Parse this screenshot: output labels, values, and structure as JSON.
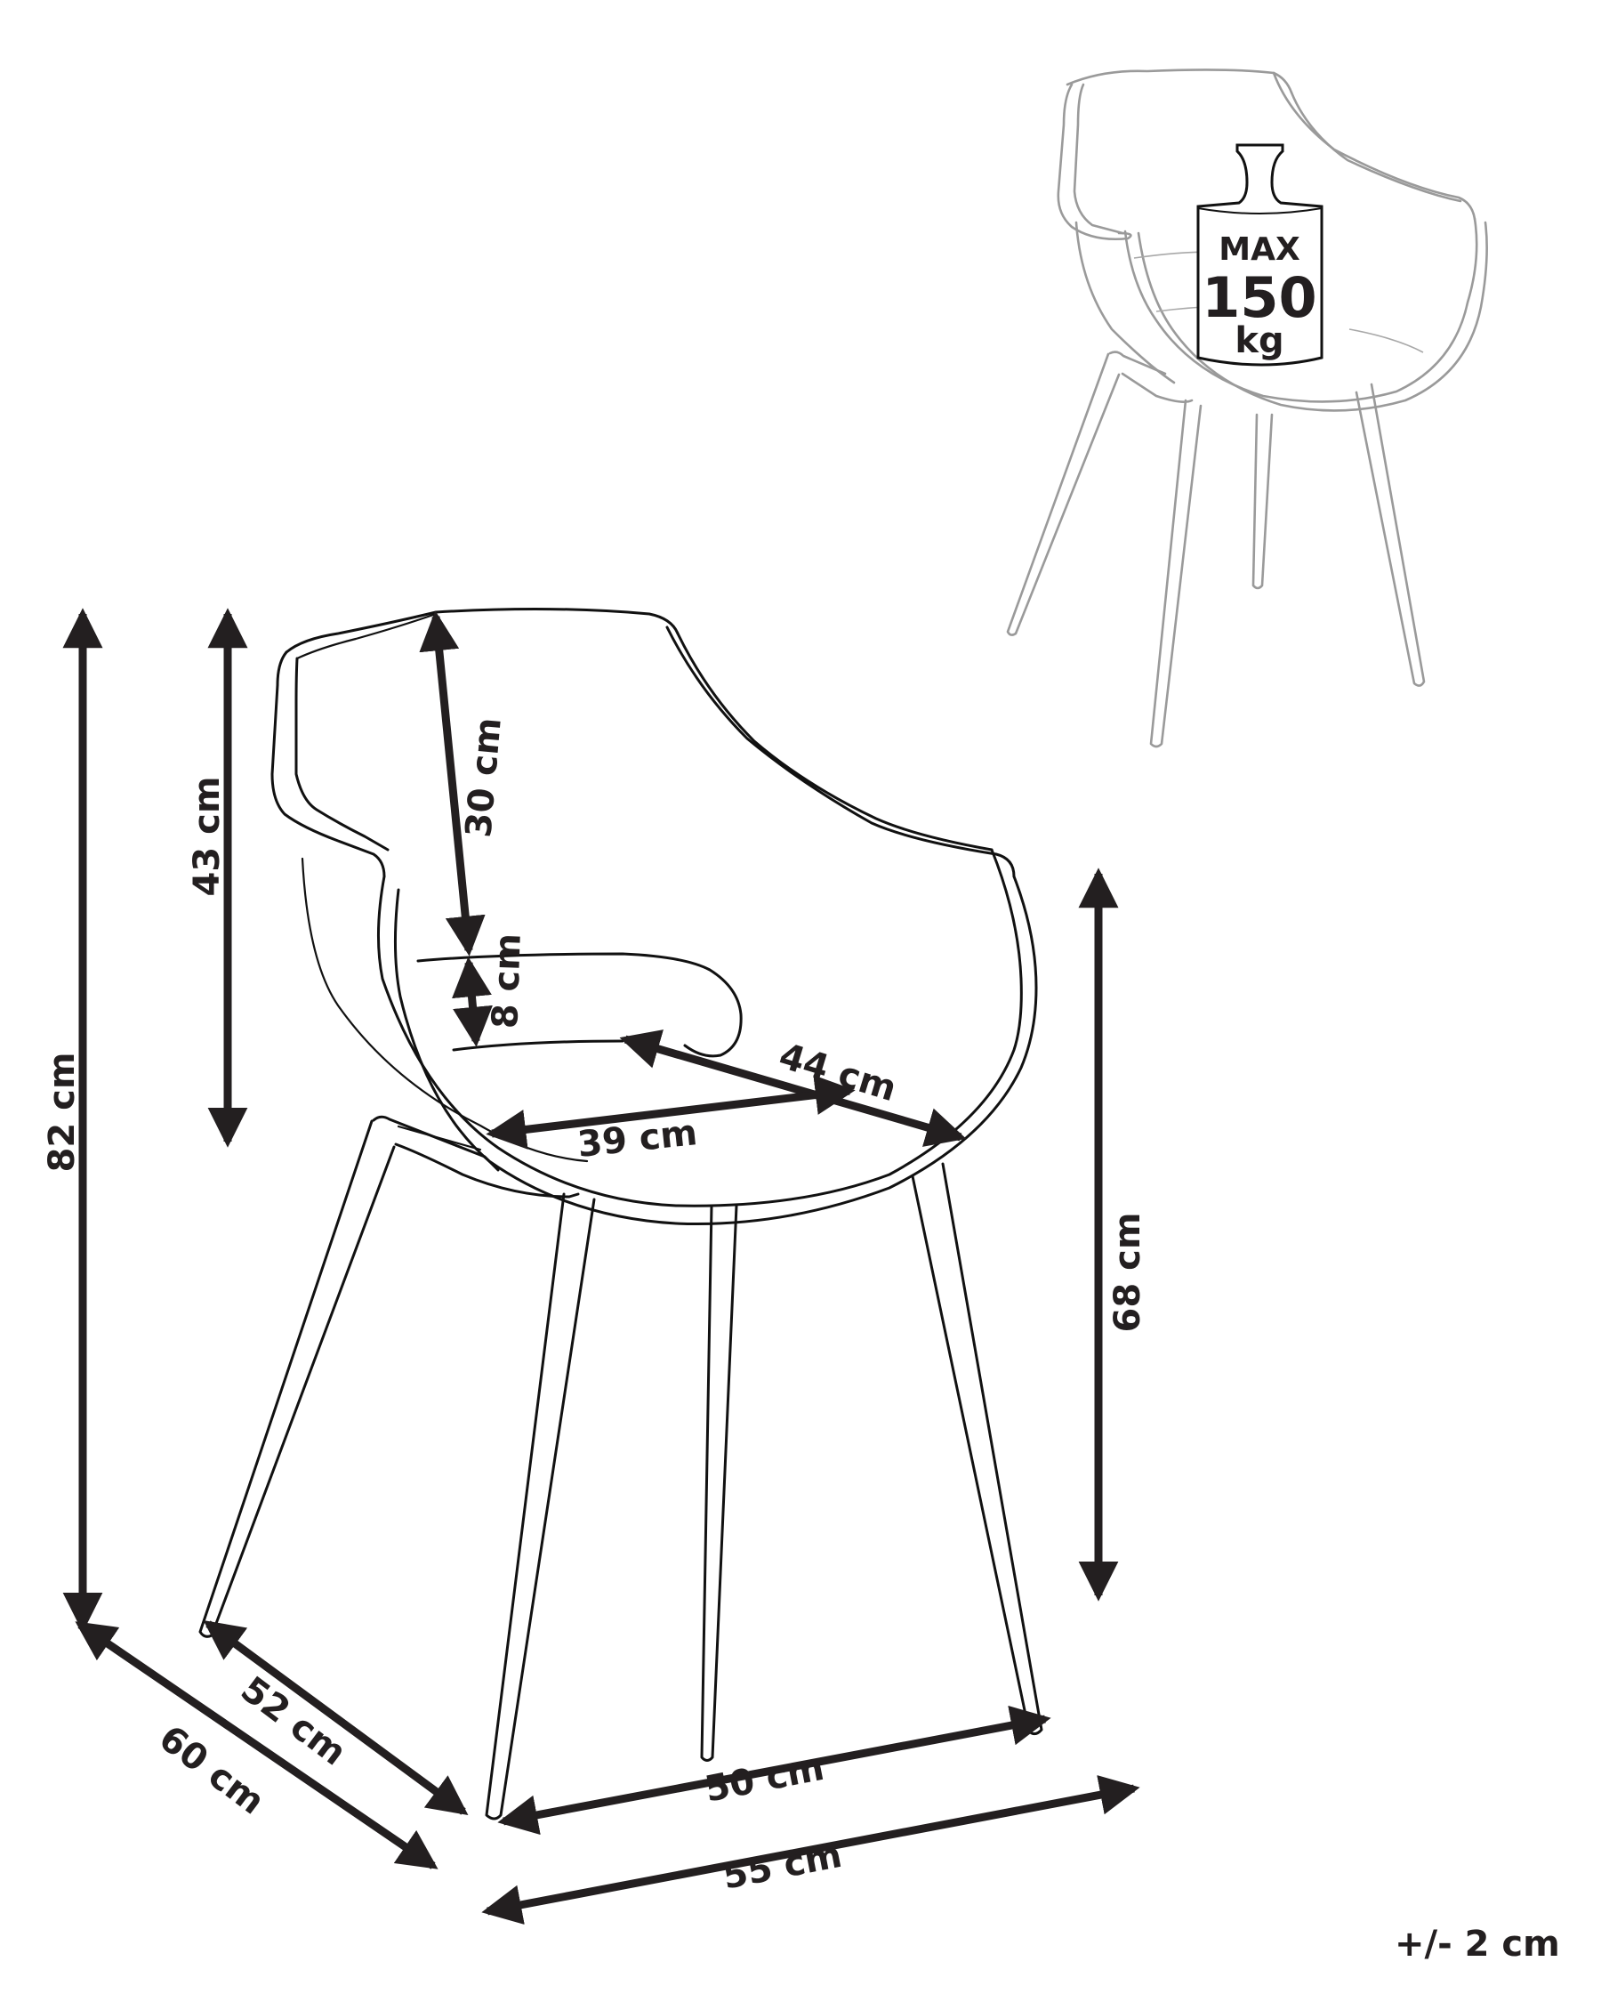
{
  "diagram": {
    "subject": "Armchair with dimensions",
    "ink_color": "#231f20",
    "ghost_color": "#9a9a9a",
    "background": "#ffffff"
  },
  "dimensions": {
    "total_height": "82 cm",
    "backrest_height": "43 cm",
    "backrest_inner": "30 cm",
    "armrest_gap": "8 cm",
    "seat_depth_diag": "44 cm",
    "seat_width": "39 cm",
    "armrest_height": "68 cm",
    "leg_depth": "52 cm",
    "total_depth": "60 cm",
    "leg_width": "50 cm",
    "total_width": "55 cm"
  },
  "load_badge": {
    "line1": "MAX",
    "line2": "150",
    "line3": "kg"
  },
  "tolerance": "+/- 2 cm"
}
